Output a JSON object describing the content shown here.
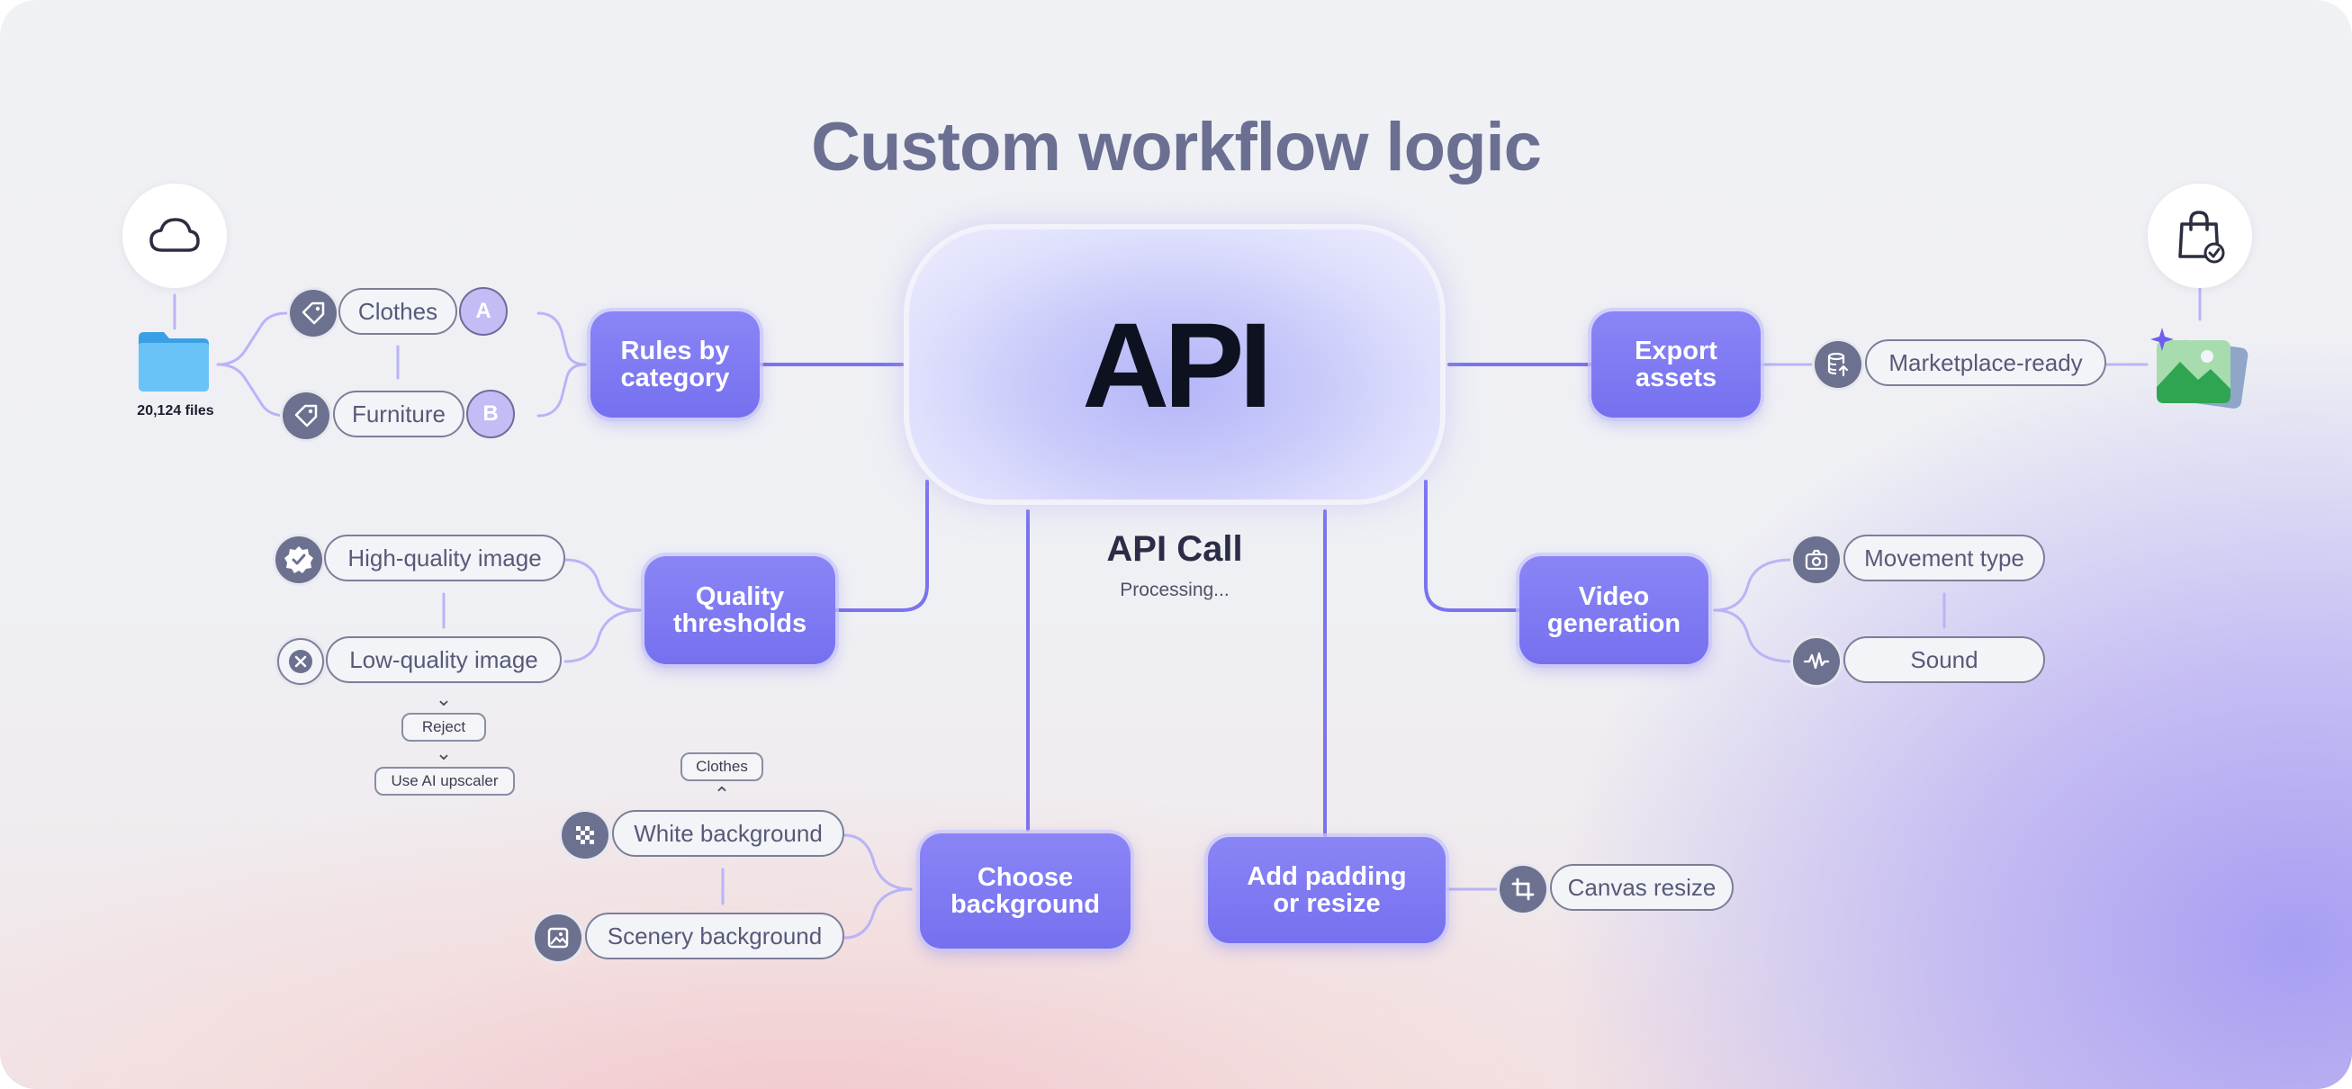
{
  "title": "Custom workflow logic",
  "api": {
    "label": "API",
    "call_label": "API Call",
    "status": "Processing..."
  },
  "source": {
    "files_count": "20,124 files",
    "cloud_icon": "cloud-icon",
    "folder_icon": "folder-icon"
  },
  "rules": {
    "node": "Rules by\ncategory",
    "items": [
      {
        "label": "Clothes",
        "badge": "A",
        "icon": "tag-icon"
      },
      {
        "label": "Furniture",
        "badge": "B",
        "icon": "tag-icon"
      }
    ]
  },
  "quality": {
    "node": "Quality\nthresholds",
    "high": "High-quality image",
    "low": "Low-quality image",
    "actions": [
      "Reject",
      "Use AI upscaler"
    ]
  },
  "background": {
    "node": "Choose\nbackground",
    "white": "White background",
    "scenery": "Scenery background",
    "condition": "Clothes"
  },
  "padding": {
    "node": "Add padding\nor resize",
    "item": "Canvas resize"
  },
  "video": {
    "node": "Video\ngeneration",
    "items": [
      "Movement type",
      "Sound"
    ]
  },
  "export": {
    "node": "Export\nassets",
    "item": "Marketplace-ready",
    "bag_icon": "shopping-bag-icon",
    "image_icon": "image-sparkle-icon"
  },
  "colors": {
    "accent": "#7670ef",
    "title": "#6b6f91",
    "connector": "#7b73ee"
  }
}
